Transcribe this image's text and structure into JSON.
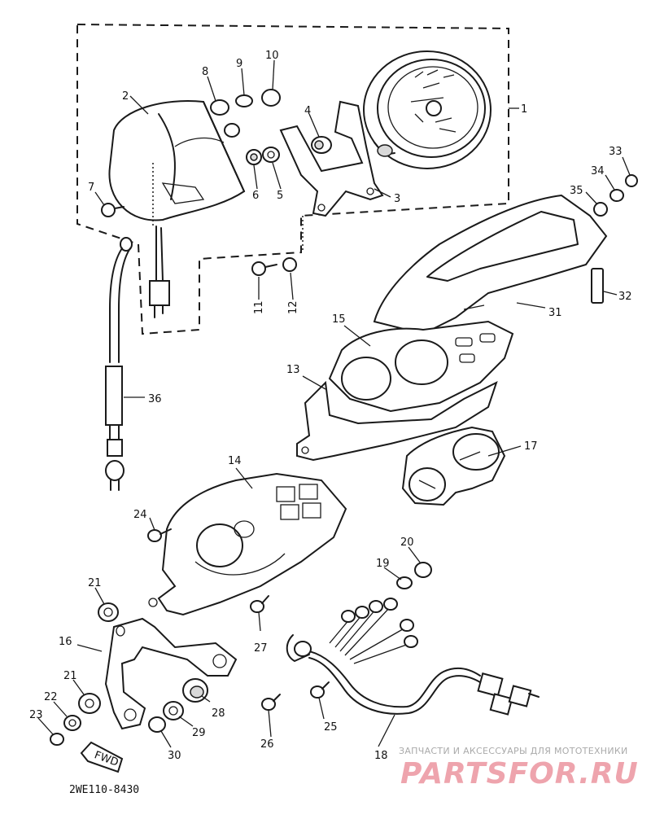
{
  "diagram": {
    "part_code": "2WE110-8430",
    "fwd_label": "FWD",
    "callouts": [
      {
        "label": "1"
      },
      {
        "label": "2"
      },
      {
        "label": "3"
      },
      {
        "label": "4"
      },
      {
        "label": "5"
      },
      {
        "label": "6"
      },
      {
        "label": "7"
      },
      {
        "label": "8"
      },
      {
        "label": "9"
      },
      {
        "label": "10"
      },
      {
        "label": "11"
      },
      {
        "label": "12"
      },
      {
        "label": "13"
      },
      {
        "label": "14"
      },
      {
        "label": "15"
      },
      {
        "label": "16"
      },
      {
        "label": "17"
      },
      {
        "label": "18"
      },
      {
        "label": "19"
      },
      {
        "label": "20"
      },
      {
        "label": "21"
      },
      {
        "label": "21"
      },
      {
        "label": "22"
      },
      {
        "label": "23"
      },
      {
        "label": "24"
      },
      {
        "label": "25"
      },
      {
        "label": "26"
      },
      {
        "label": "27"
      },
      {
        "label": "28"
      },
      {
        "label": "29"
      },
      {
        "label": "30"
      },
      {
        "label": "31"
      },
      {
        "label": "32"
      },
      {
        "label": "33"
      },
      {
        "label": "34"
      },
      {
        "label": "35"
      },
      {
        "label": "36"
      }
    ]
  },
  "watermark": {
    "caption": "ЗАПЧАСТИ И АКСЕССУАРЫ ДЛЯ МОТОТЕХНИКИ",
    "logo_text": "PARTSFOR.RU",
    "logo_color": "#e05a6a"
  }
}
